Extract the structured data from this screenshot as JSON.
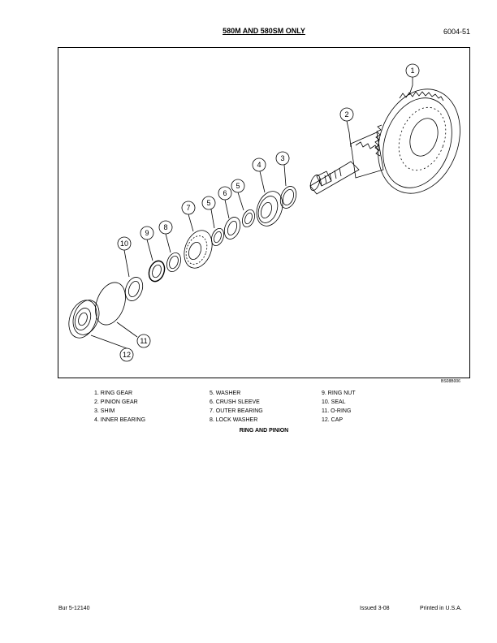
{
  "header": {
    "title": "580M AND 580SM ONLY",
    "page_number": "6004-51"
  },
  "figure": {
    "id": "BS08B006",
    "callouts": [
      "1",
      "2",
      "3",
      "4",
      "5",
      "6",
      "7",
      "8",
      "9",
      "10",
      "11",
      "12",
      "5"
    ]
  },
  "legend": {
    "col1": [
      "1. RING GEAR",
      "2. PINION GEAR",
      "3. SHIM",
      "4. INNER BEARING"
    ],
    "col2": [
      "5. WASHER",
      "6. CRUSH SLEEVE",
      "7. OUTER BEARING",
      "8. LOCK WASHER"
    ],
    "col3": [
      "9. RING NUT",
      "10. SEAL",
      "11. O-RING",
      "12. CAP"
    ]
  },
  "caption": "RING AND PINION",
  "footer": {
    "left": "Bur 5-12140",
    "middle": "Issued 3-08",
    "right": "Printed in U.S.A."
  }
}
